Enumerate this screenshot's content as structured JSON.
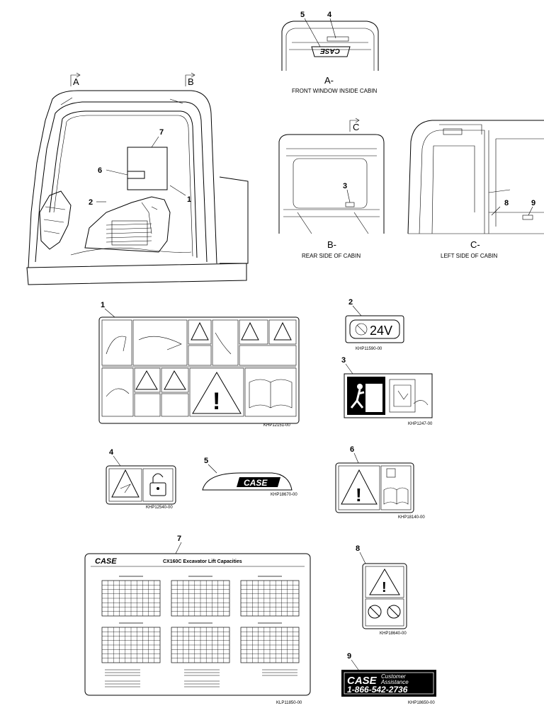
{
  "callouts": {
    "n1": "1",
    "n2": "2",
    "n3": "3",
    "n4": "4",
    "n5": "5",
    "n6": "6",
    "n7": "7",
    "n8": "8",
    "n9": "9"
  },
  "views": {
    "a_marker": "A",
    "b_marker": "B",
    "c_marker": "C",
    "a_title": "A-",
    "a_caption": "FRONT WINDOW INSIDE CABIN",
    "b_title": "B-",
    "b_caption": "REAR SIDE OF CABIN",
    "c_title": "C-",
    "c_caption": "LEFT SIDE OF CABIN"
  },
  "decals": {
    "d1_pn": "KHP12151-00",
    "d2_text": "24V",
    "d2_pn": "KHP11590-00",
    "d3_pn": "KHP1247-00",
    "d4_pn": "KHP12540-00",
    "d5_logo": "CASE",
    "d5_pn": "KHP18670-00",
    "d6_pn": "KHP18140-00",
    "d7_logo": "CASE",
    "d7_title": "CX160C Excavator Lift Capacities",
    "d7_pn": "KLP11850-00",
    "d8_pn": "KHP18640-00",
    "d9_logo": "CASE",
    "d9_line1": "Customer",
    "d9_line2": "Assistance",
    "d9_phone": "1-866-542-2736",
    "d9_pn": "KHP18650-00"
  }
}
